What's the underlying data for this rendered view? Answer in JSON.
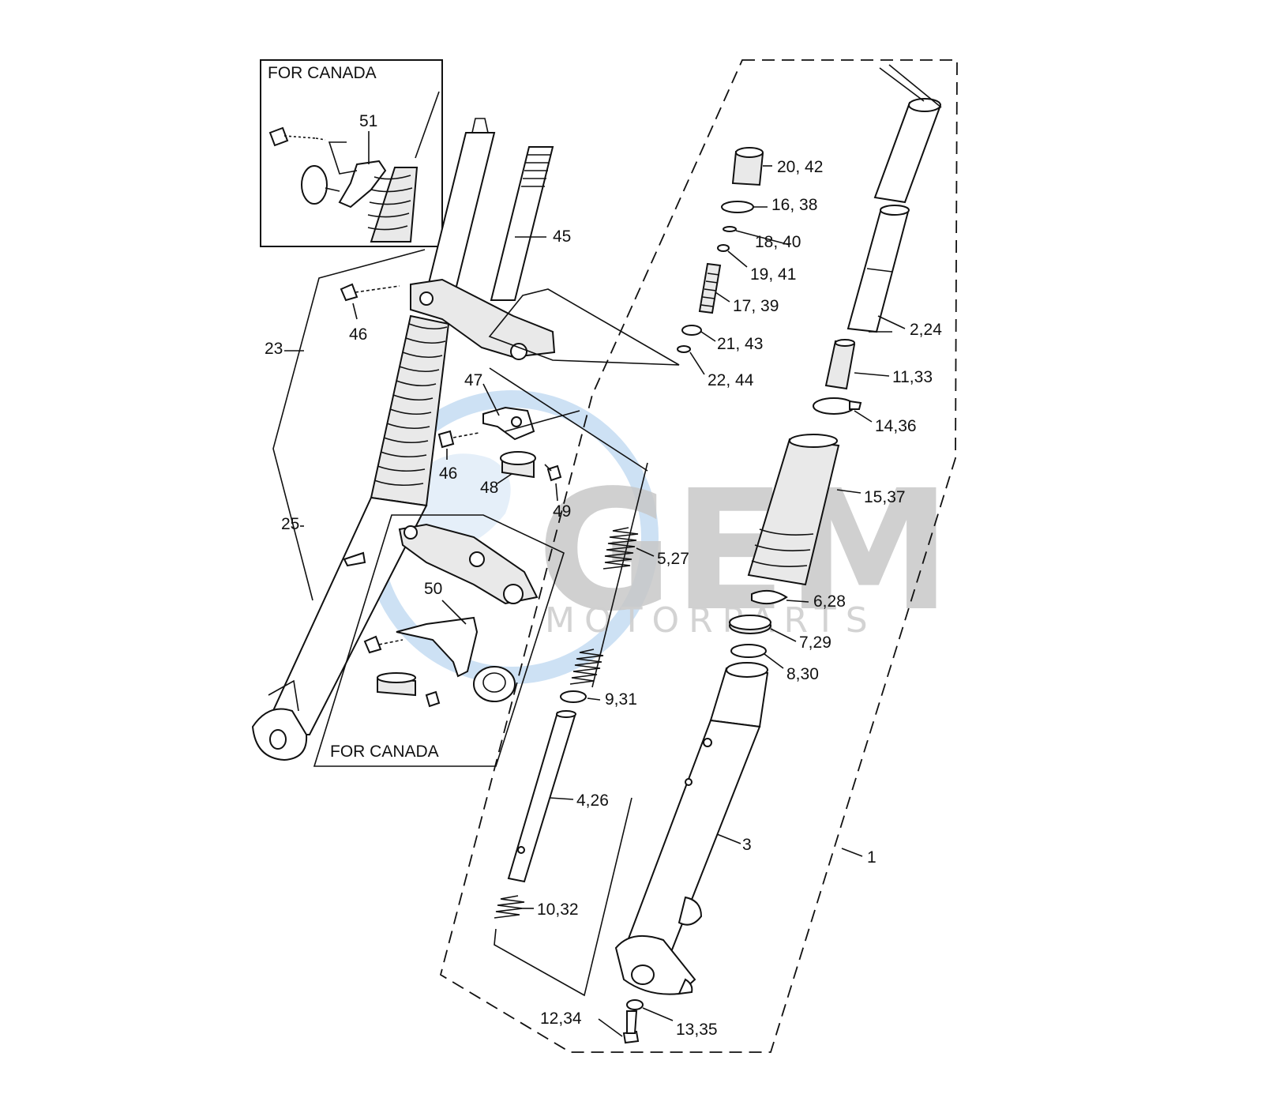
{
  "canada_box_top": {
    "title": "FOR CANADA"
  },
  "canada_box_bottom": {
    "title": "FOR CANADA"
  },
  "watermark": {
    "logo_text": "GEM",
    "subtext": "MOTORPARTS",
    "globe_color": "#6fa8e0",
    "letters_color": "#c8c8c8"
  },
  "callouts": {
    "c51": "51",
    "c45": "45",
    "c46a": "46",
    "c23": "23",
    "c25": "25",
    "c47": "47",
    "c46b": "46",
    "c48": "48",
    "c49": "49",
    "c50": "50",
    "c20": "20, 42",
    "c16": "16, 38",
    "c18": "18, 40",
    "c19": "19, 41",
    "c17": "17, 39",
    "c21": "21, 43",
    "c22": "22, 44",
    "c2": "2,24",
    "c11": "11,33",
    "c14": "14,36",
    "c15": "15,37",
    "c5": "5,27",
    "c6": "6,28",
    "c7": "7,29",
    "c8": "8,30",
    "c9": "9,31",
    "c4": "4,26",
    "c3": "3",
    "c1": "1",
    "c10": "10,32",
    "c12": "12,34",
    "c13": "13,35"
  }
}
